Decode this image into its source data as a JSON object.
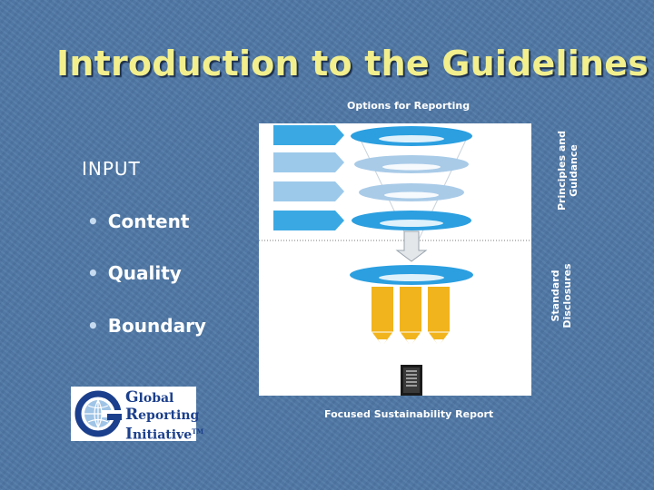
{
  "slide": {
    "title": "Introduction to the Guidelines",
    "options_label": "Options for Reporting",
    "input_heading": "INPUT",
    "bullets": [
      "Content",
      "Quality",
      "Boundary"
    ],
    "side_label_top": [
      "Principles and",
      "Guidance"
    ],
    "side_label_bottom": [
      "Standard",
      "Disclosures"
    ],
    "report_label": "Focused Sustainability Report"
  },
  "logo": {
    "lines": [
      {
        "cap": "G",
        "rest": "lobal"
      },
      {
        "cap": "R",
        "rest": "eporting"
      },
      {
        "cap": "I",
        "rest": "nitiative"
      }
    ],
    "trademark": "TM"
  },
  "colors": {
    "background": "#4f78a6",
    "title": "#f2ef8c",
    "arrow_blue": "#3aa9e3",
    "arrow_light": "#9cc9ea",
    "disc_blue": "#2b9fe0",
    "disc_light": "#a9cbe8",
    "pencil_gold": "#f2b41c"
  }
}
